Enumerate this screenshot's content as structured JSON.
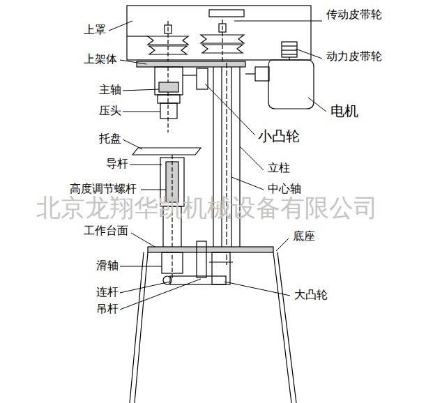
{
  "diagram": {
    "labels": [
      "上罩",
      "传动皮带轮",
      "动力皮带轮",
      "上架体",
      "主轴",
      "电机",
      "压头",
      "小凸轮",
      "托盘",
      "立柱",
      "导杆",
      "中心轴",
      "高度调节螺杆",
      "北京龙翔华凯机械设备有限公司",
      "工作台面",
      "底座",
      "滑轴",
      "连杆",
      "大凸轮",
      "吊杆"
    ]
  }
}
